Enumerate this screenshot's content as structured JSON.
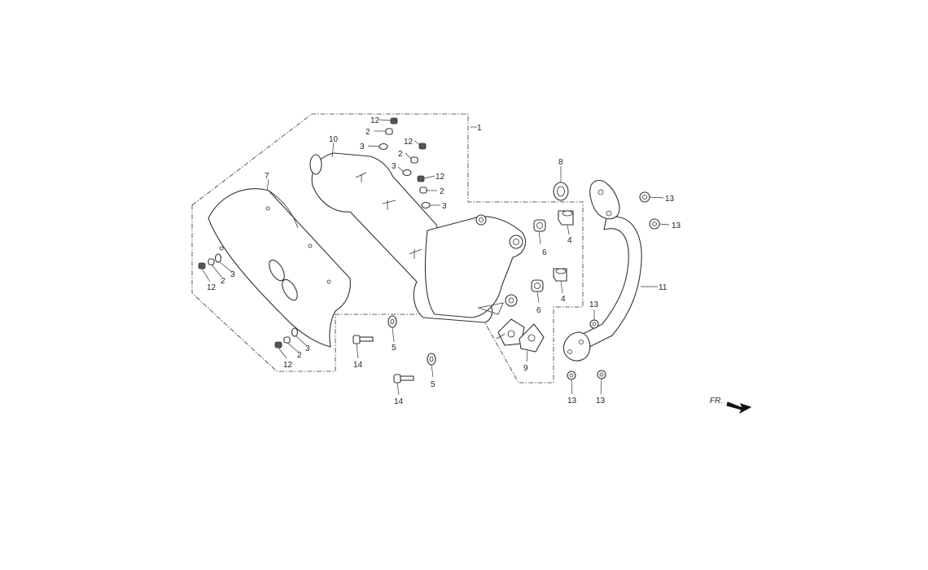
{
  "labels": {
    "group_1": "1",
    "screw_2_a": "2",
    "screw_2_b": "2",
    "screw_2_c": "2",
    "screw_2_d": "2",
    "screw_2_e": "2",
    "washer_3_a": "3",
    "washer_3_b": "3",
    "washer_3_c": "3",
    "washer_3_d": "3",
    "washer_3_e": "3",
    "collar_4_a": "4",
    "collar_4_b": "4",
    "washer_5_a": "5",
    "washer_5_b": "5",
    "rubber_6_a": "6",
    "rubber_6_b": "6",
    "protector_7": "7",
    "gasket_8": "8",
    "gasket_9": "9",
    "muffler_10": "10",
    "pipe_11": "11",
    "bolt_12_a": "12",
    "bolt_12_b": "12",
    "bolt_12_c": "12",
    "bolt_12_d": "12",
    "bolt_12_e": "12",
    "nut_13_a": "13",
    "nut_13_b": "13",
    "nut_13_c": "13",
    "nut_13_d": "13",
    "nut_13_e": "13",
    "bolt_14_a": "14",
    "bolt_14_b": "14"
  },
  "direction": {
    "text": "FR.",
    "icon": "arrow-right-icon"
  }
}
